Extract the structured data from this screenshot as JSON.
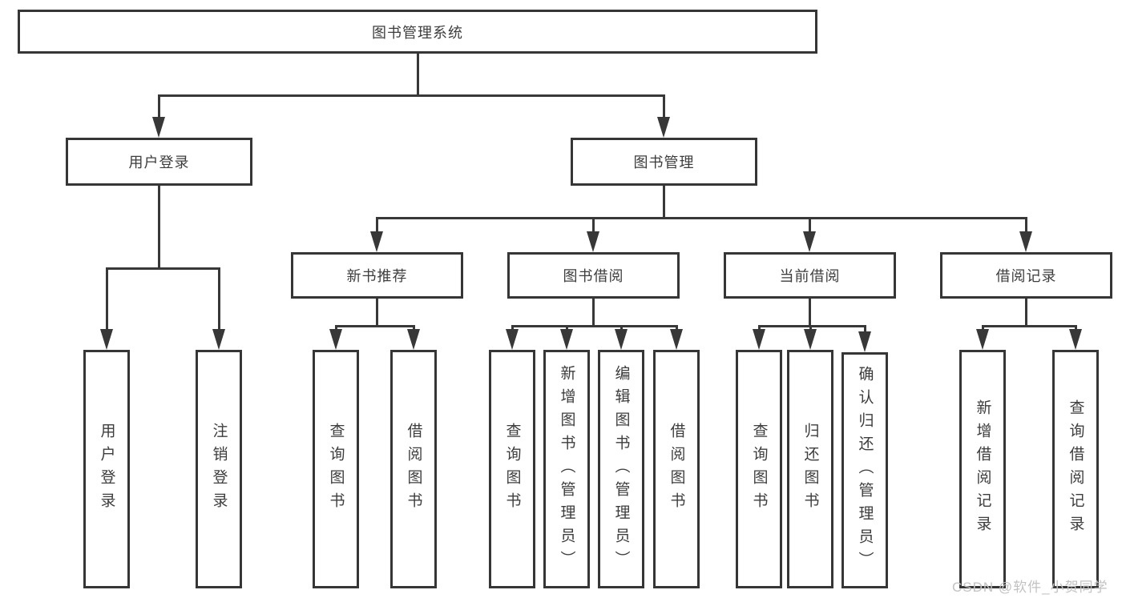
{
  "diagram": {
    "root": {
      "label": "图书管理系统"
    },
    "branches": [
      {
        "label": "用户登录",
        "children": [
          {
            "label": "用户登录"
          },
          {
            "label": "注销登录"
          }
        ]
      },
      {
        "label": "图书管理",
        "children": [
          {
            "label": "新书推荐",
            "children": [
              {
                "label": "查询图书"
              },
              {
                "label": "借阅图书"
              }
            ]
          },
          {
            "label": "图书借阅",
            "children": [
              {
                "label": "查询图书"
              },
              {
                "label": "新增图书（管理员）"
              },
              {
                "label": "编辑图书（管理员）"
              },
              {
                "label": "借阅图书"
              }
            ]
          },
          {
            "label": "当前借阅",
            "children": [
              {
                "label": "查询图书"
              },
              {
                "label": "归还图书"
              },
              {
                "label": "确认归还（管理员）"
              }
            ]
          },
          {
            "label": "借阅记录",
            "children": [
              {
                "label": "新增借阅记录"
              },
              {
                "label": "查询借阅记录"
              }
            ]
          }
        ]
      }
    ],
    "line_color": "#383838",
    "text_color": "#3d3d3d",
    "box_background": "#ffffff"
  },
  "watermark": {
    "text": "CSDN @软件_小贺同学",
    "color": "#c2c2c2"
  }
}
